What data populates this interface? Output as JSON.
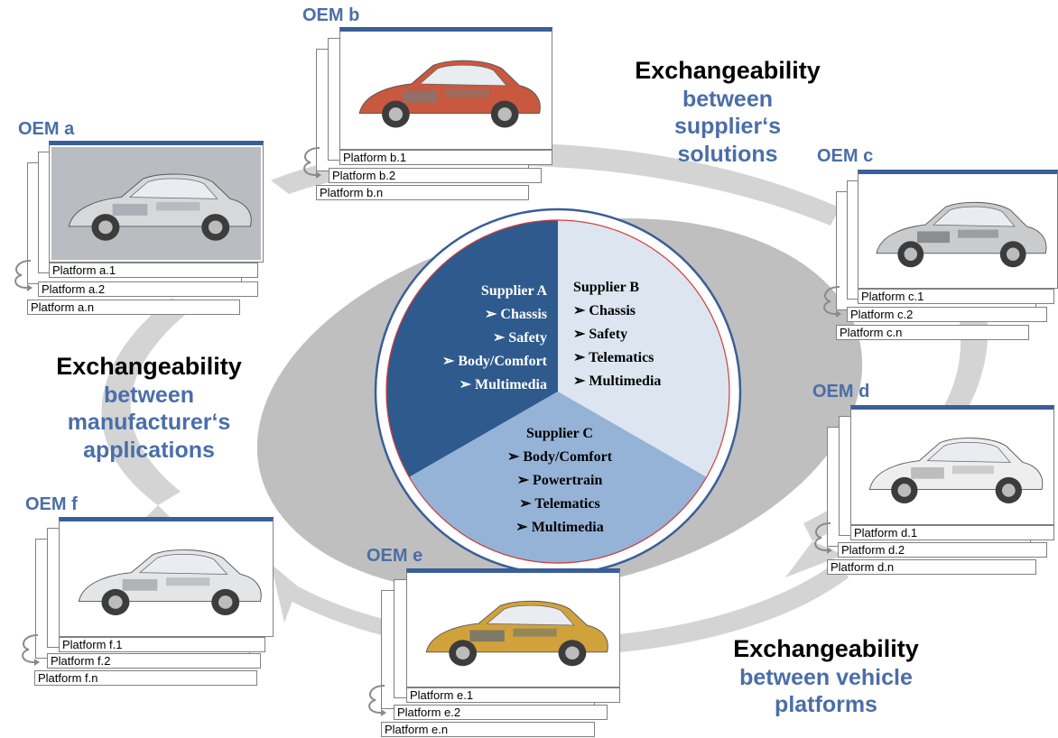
{
  "oems": [
    {
      "key": "a",
      "title": "OEM a",
      "platforms": [
        "Platform a.1",
        "Platform a.2",
        "Platform a.n"
      ],
      "image": "car-cutaway-silver"
    },
    {
      "key": "b",
      "title": "OEM b",
      "platforms": [
        "Platform b.1",
        "Platform b.2",
        "Platform b.n"
      ],
      "image": "car-cutaway-red"
    },
    {
      "key": "c",
      "title": "OEM c",
      "platforms": [
        "Platform c.1",
        "Platform c.2",
        "Platform c.n"
      ],
      "image": "car-cutaway-grey"
    },
    {
      "key": "d",
      "title": "OEM d",
      "platforms": [
        "Platform d.1",
        "Platform d.2",
        "Platform d.n"
      ],
      "image": "car-xray-white"
    },
    {
      "key": "e",
      "title": "OEM e",
      "platforms": [
        "Platform e.1",
        "Platform e.2",
        "Platform e.n"
      ],
      "image": "car-cutaway-gold"
    },
    {
      "key": "f",
      "title": "OEM f",
      "platforms": [
        "Platform f.1",
        "Platform f.2",
        "Platform f.n"
      ],
      "image": "car-xray-silver"
    }
  ],
  "captions": {
    "supplier": {
      "line1": "Exchangeability",
      "line2": "between",
      "line3": "supplier‘s",
      "line4": "solutions"
    },
    "manufacturer": {
      "line1": "Exchangeability",
      "line2": "between",
      "line3": "manufacturer‘s",
      "line4": "applications"
    },
    "platforms": {
      "line1": "Exchangeability",
      "line2": "between vehicle",
      "line3": "platforms"
    }
  },
  "suppliers": {
    "a": {
      "name": "Supplier A",
      "items": [
        "Chassis",
        "Safety",
        "Body/Comfort",
        "Multimedia"
      ]
    },
    "b": {
      "name": "Supplier B",
      "items": [
        "Chassis",
        "Safety",
        "Telematics",
        "Multimedia"
      ]
    },
    "c": {
      "name": "Supplier C",
      "items": [
        "Body/Comfort",
        "Powertrain",
        "Telematics",
        "Multimedia"
      ]
    }
  },
  "colors": {
    "supplier_a": "#2f5a8e",
    "supplier_b": "#dce5f0",
    "supplier_c": "#95b3d6",
    "accent_blue": "#4a6ea8",
    "ring_outline": "#3a5e98",
    "ring_inner": "#d33c3c",
    "swoosh": "#c8c8c8"
  }
}
